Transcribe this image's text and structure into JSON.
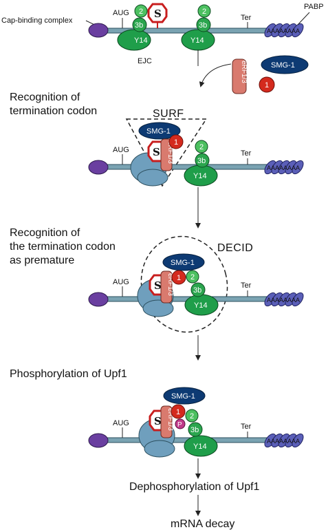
{
  "colors": {
    "mrna": "#7aa3b2",
    "cap": "#6a3fa0",
    "pabp": "#5b5fb8",
    "ejc_green": "#1f9e4a",
    "ejc_light": "#4cc060",
    "smg1": "#0d3a73",
    "erf_salmon": "#d97a6e",
    "upf_red": "#d42a1e",
    "ribosome": "#6f9fbd",
    "p_magenta": "#c0398a",
    "stop_sign": "#c81e1e"
  },
  "top": {
    "cap_label": "Cap-binding complex",
    "aug": "AUG",
    "ter": "Ter",
    "pabp_label": "PABP",
    "ejc_label": "EJC",
    "poly_a": "AAAAAAAA",
    "ejc_2": "2",
    "ejc_3b": "3b",
    "ejc_y14": "Y14",
    "erf": "eRF1/3",
    "smg1": "SMG-1",
    "one": "1",
    "stop_glyph": "S"
  },
  "steps": [
    {
      "title_line1": "Recognition of",
      "title_line2": "termination codon",
      "zone": "SURF"
    },
    {
      "title_line1": "Recognition of",
      "title_line2": "the termination codon",
      "title_line3": "as premature",
      "zone": "DECID"
    },
    {
      "title_line1": "Phosphorylation of Upf1",
      "p": "P"
    }
  ],
  "final": {
    "dephos": "Dephosphorylation of Upf1",
    "decay": "mRNA decay"
  }
}
